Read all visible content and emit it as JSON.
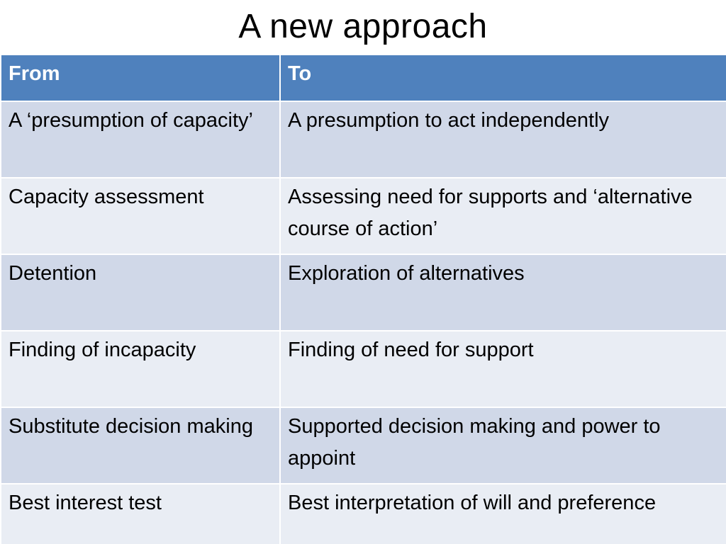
{
  "slide": {
    "title": "A new approach"
  },
  "table": {
    "headers": [
      "From",
      "To"
    ],
    "rows": [
      {
        "from": "A ‘presumption of capacity’",
        "to": "A presumption to act independently"
      },
      {
        "from": "Capacity assessment",
        "to": "Assessing need for supports and ‘alternative course of action’"
      },
      {
        "from": "Detention",
        "to": "Exploration of alternatives"
      },
      {
        "from": "Finding of incapacity",
        "to": "Finding of need for support"
      },
      {
        "from": "Substitute decision making",
        "to": "Supported decision making and power to appoint"
      },
      {
        "from": "Best interest test",
        "to": "Best interpretation of will and preference"
      }
    ]
  },
  "colors": {
    "header_bg": "#4f81bd",
    "row_dark": "#d0d8e8",
    "row_light": "#e9edf4"
  }
}
